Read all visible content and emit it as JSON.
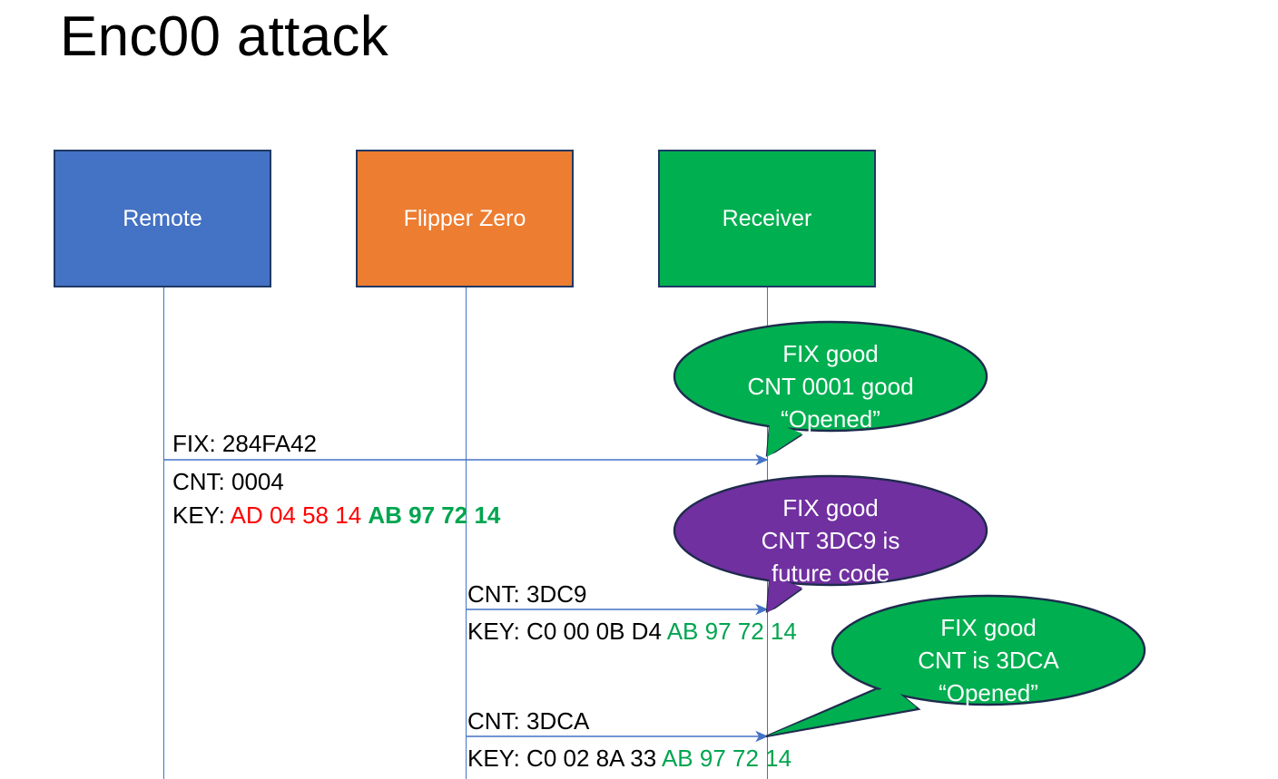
{
  "slide": {
    "title": "Enc00 attack",
    "background": "#ffffff"
  },
  "colors": {
    "remote": "#4472C4",
    "flipper": "#ED7D31",
    "receiver": "#00AF50",
    "bubble_good": "#00AF50",
    "bubble_future": "#7030A0",
    "lifeline": "#4472C4",
    "hex_red": "#FF0000",
    "hex_green": "#00A550",
    "border": "#1F3864"
  },
  "actors": [
    {
      "id": "remote",
      "label": "Remote"
    },
    {
      "id": "flipper",
      "label": "Flipper Zero"
    },
    {
      "id": "receiver",
      "label": "Receiver"
    }
  ],
  "messages": [
    {
      "id": "msg1",
      "from": "remote",
      "to": "receiver",
      "above_label": "FIX: 284FA42",
      "below_line1": "CNT: 0004",
      "key_prefix": "KEY: ",
      "key_red": "AD 04 58 14 ",
      "key_green": "AB 97 72 14"
    },
    {
      "id": "msg2",
      "from": "flipper",
      "to": "receiver",
      "above_label": "CNT: 3DC9",
      "key_prefix": "KEY: C0 00 0B D4 ",
      "key_green": "AB 97 72 14"
    },
    {
      "id": "msg3",
      "from": "flipper",
      "to": "receiver",
      "above_label": "CNT: 3DCA",
      "key_prefix": "KEY: C0 02 8A 33 ",
      "key_green": "AB 97 72 14"
    }
  ],
  "bubbles": [
    {
      "id": "bubble1",
      "color": "#00AF50",
      "lines": [
        "FIX good",
        "CNT 0001 good",
        "“Opened”"
      ]
    },
    {
      "id": "bubble2",
      "color": "#7030A0",
      "lines": [
        "FIX good",
        "CNT 3DC9 is",
        "future code"
      ]
    },
    {
      "id": "bubble3",
      "color": "#00AF50",
      "lines": [
        "FIX good",
        "CNT is 3DCA",
        "“Opened”"
      ]
    }
  ]
}
